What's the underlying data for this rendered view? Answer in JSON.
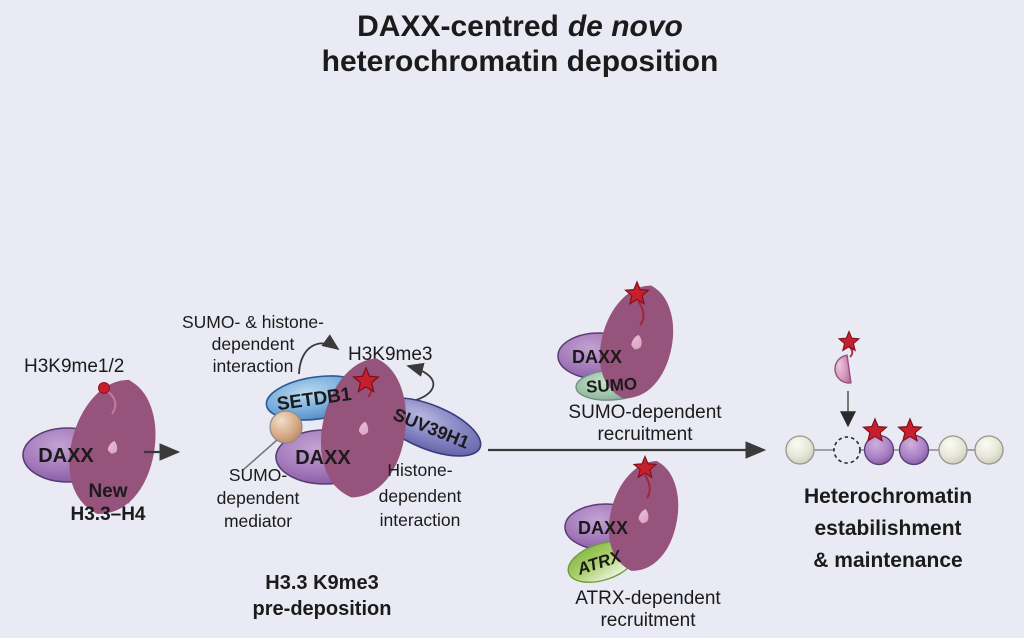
{
  "title": {
    "line1_text": "DAXX-centred",
    "line1_italic": "de novo",
    "line2": "heterochromatin deposition"
  },
  "left_group": {
    "mark": "H3K9me1/2",
    "daxx": "DAXX",
    "caption": [
      "New",
      "H3.3–H4"
    ]
  },
  "complex": {
    "interaction_note": [
      "SUMO- & histone-",
      "dependent",
      "interaction"
    ],
    "mark": "H3K9me3",
    "setdb1": "SETDB1",
    "suv39h1": "SUV39H1",
    "daxx": "DAXX",
    "mediator_note": [
      "SUMO-",
      "dependent",
      "mediator"
    ],
    "histone_note": [
      "Histone-",
      "dependent",
      "interaction"
    ],
    "caption": [
      "H3.3 K9me3",
      "pre-deposition"
    ]
  },
  "sumo_group": {
    "daxx": "DAXX",
    "sumo": "SUMO",
    "caption": [
      "SUMO-dependent",
      "recruitment"
    ]
  },
  "atrx_group": {
    "daxx": "DAXX",
    "atrx": "ATRX",
    "caption": [
      "ATRX-dependent",
      "recruitment"
    ]
  },
  "outcome": {
    "caption": [
      "Heterochromatin",
      "estabilishment",
      "& maintenance"
    ]
  },
  "colors": {
    "background": "#e9eaf4",
    "daxx_purple": "#9a6cb2",
    "histone_pink": "#d49cbe",
    "setdb1_blue": "#6fa8d6",
    "suv39h1_violet": "#7d7ec0",
    "sumo_green": "#9cc2a8",
    "atrx_green": "#a2cc68",
    "mediator_tan": "#d2a988",
    "methyl_red": "#c6202e",
    "nucleosome_gray": "#e3e3d6",
    "nucleosome_purple": "#a57cc0"
  }
}
